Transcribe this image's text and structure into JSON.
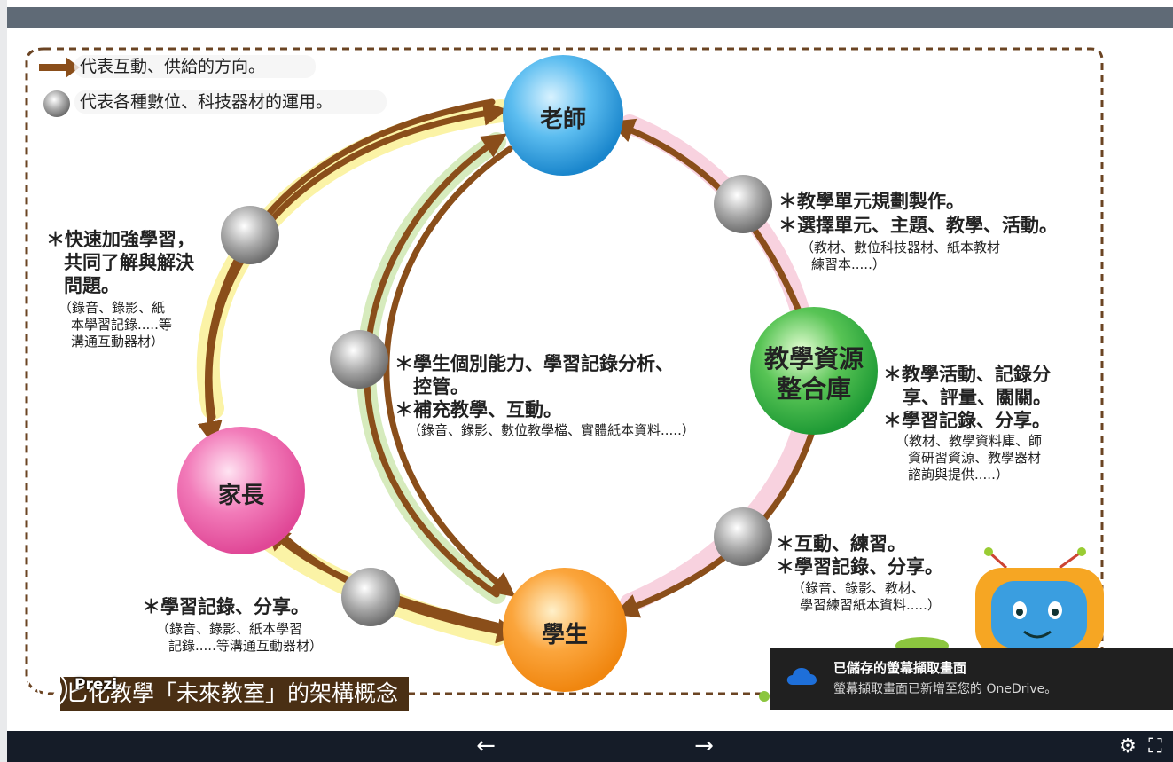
{
  "legend": {
    "arrow_text": "代表互動、供給的方向。",
    "ball_text": "代表各種數位、科技器材的運用。"
  },
  "nodes": {
    "teacher": "老師",
    "parent": "家長",
    "student": "學生",
    "resource_line1": "教學資源",
    "resource_line2": "整合庫"
  },
  "annotations": {
    "left": {
      "l1": "＊快速加強學習，",
      "l2": "共同了解與解決",
      "l3": "問題。",
      "s1": "（錄音、錄影、紙",
      "s2": "本學習記錄.....等",
      "s3": "溝通互動器材）"
    },
    "center": {
      "l1": "＊學生個別能力、學習記錄分析、",
      "l2": "控管。",
      "l3": "＊補充教學、互動。",
      "s1": "（錄音、錄影、數位教學檔、實體紙本資料.....）"
    },
    "top_right": {
      "l1": "＊教學單元規劃製作。",
      "l2": "＊選擇單元、主題、教學、活動。",
      "s1": "（教材、數位科技器材、紙本教材",
      "s2": "練習本.....）"
    },
    "mid_right": {
      "l1": "＊教學活動、記錄分",
      "l2": "享、評量、關關。",
      "l3": "＊學習記錄、分享。",
      "s1": "（教材、教學資料庫、師",
      "s2": "資研習資源、教學器材",
      "s3": "諮詢與提供.....）"
    },
    "bottom_right": {
      "l1": "＊互動、練習。",
      "l2": "＊學習記錄、分享。",
      "s1": "（錄音、錄影、教材、",
      "s2": "學習練習紙本資料.....）"
    },
    "bottom_left": {
      "l1": "＊學習記錄、分享。",
      "s1": "（錄音、錄影、紙本學習",
      "s2": "記錄.....等溝通互動器材）"
    }
  },
  "title_banner": "匕化教學「未來教室」的架構概念",
  "prezi_label": "Prezi",
  "toast": {
    "title": "已儲存的螢幕擷取畫面",
    "message": "螢幕擷取畫面已新增至您的 OneDrive。"
  },
  "nav": {
    "prev": "←",
    "next": "→",
    "settings": "⚙",
    "fullscreen": "⛶"
  }
}
